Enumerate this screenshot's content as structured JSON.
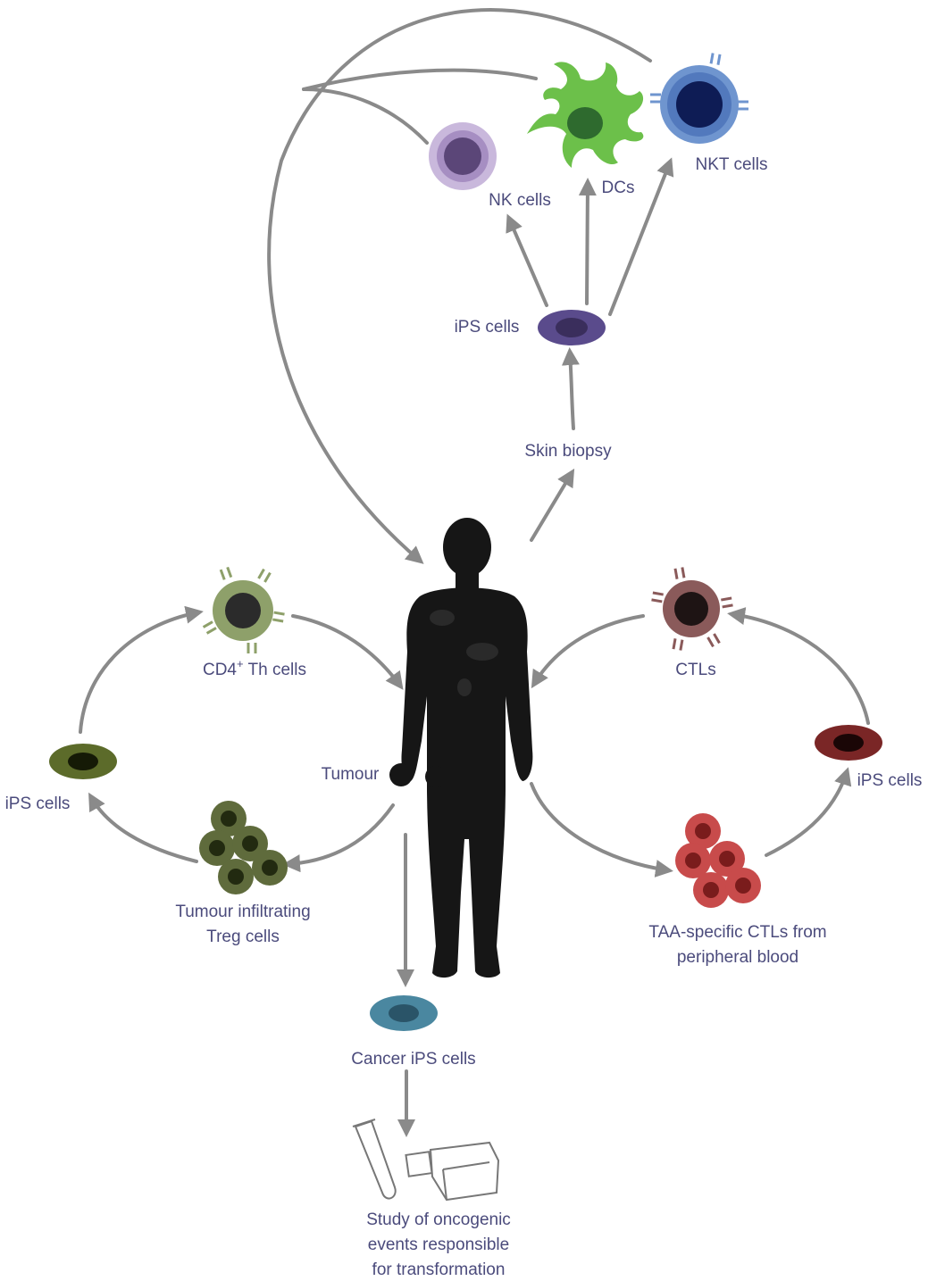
{
  "labels": {
    "nk_cells": "NK cells",
    "dcs": "DCs",
    "nkt_cells": "NKT cells",
    "ips_top": "iPS cells",
    "skin_biopsy": "Skin biopsy",
    "cd4_prefix": "CD4",
    "cd4_sup": "+",
    "cd4_suffix": " Th cells",
    "ctls": "CTLs",
    "tumour": "Tumour",
    "ips_left": "iPS cells",
    "ips_right": "iPS cells",
    "treg_line1": "Tumour infiltrating",
    "treg_line2": "Treg cells",
    "taa_line1": "TAA-specific CTLs from",
    "taa_line2": "peripheral blood",
    "cancer_ips": "Cancer iPS cells",
    "study_line1": "Study  of oncogenic",
    "study_line2": "events responsible",
    "study_line3": "for transformation"
  },
  "colors": {
    "arrow": "#8a8a8a",
    "text": "#4b4b7c",
    "nk_cell": "#c9b8dc",
    "dc_cell": "#6cc04a",
    "nkt_cell": "#6f95cf",
    "ips_top": "#5a4b8c",
    "cd4_cell": "#8ea06a",
    "ctl_cell": "#8a5a5a",
    "ips_left": "#5c6b2a",
    "ips_right": "#7a2626",
    "treg_cell": "#5f6b3c",
    "taa_cell": "#c84b4b",
    "cancer_ips": "#4a87a0",
    "body": "#161616"
  },
  "icons": {
    "body": "human-body-silhouette-icon",
    "tube": "test-tube-icon",
    "flask": "culture-flask-icon"
  }
}
